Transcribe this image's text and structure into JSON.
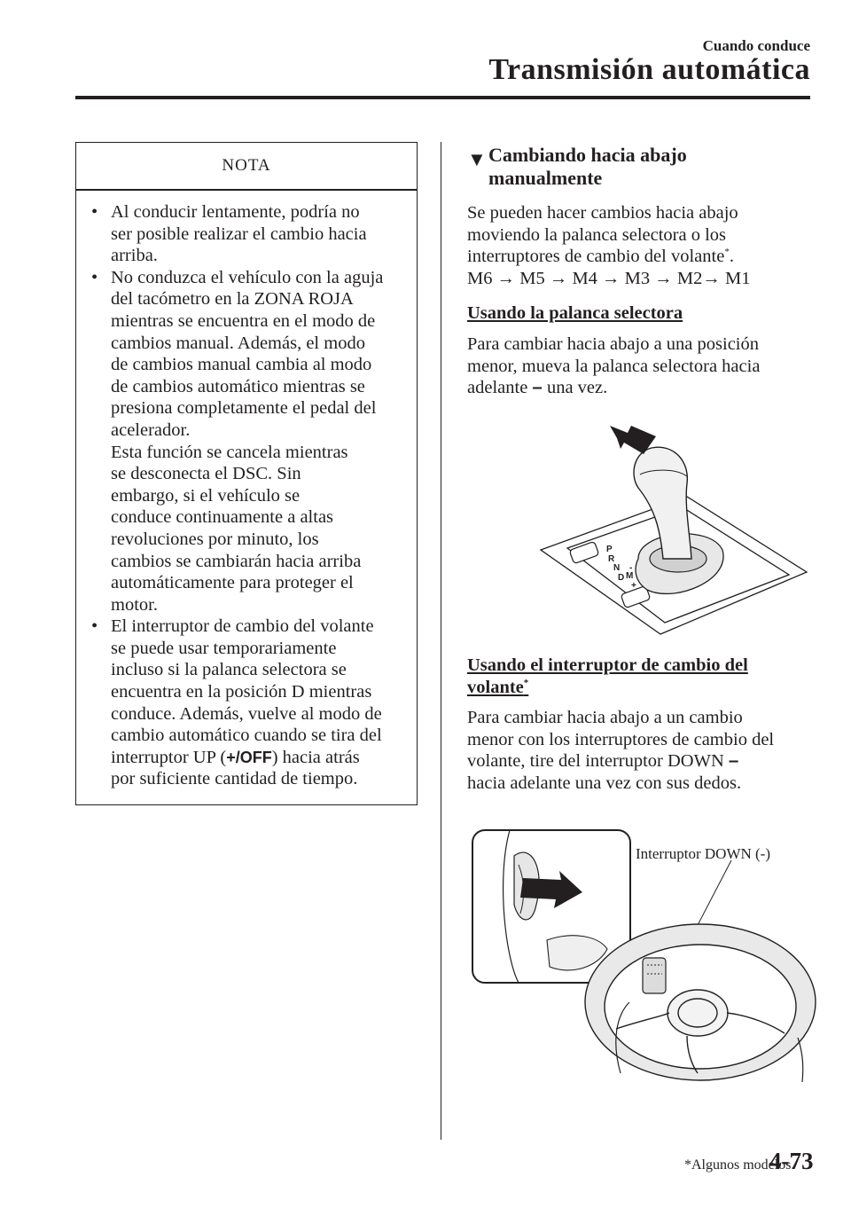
{
  "header": {
    "section": "Cuando conduce",
    "title": "Transmisión automática"
  },
  "note": {
    "title": "NOTA",
    "bullets": [
      [
        "Al conducir lentamente, podría no",
        "ser posible realizar el cambio hacia",
        "arriba."
      ],
      [
        "No conduzca el vehículo con la aguja",
        "del tacómetro en la ZONA ROJA",
        "mientras se encuentra en el modo de",
        "cambios manual. Además, el modo",
        "de cambios manual cambia al modo",
        "de cambios automático mientras se",
        "presiona completamente el pedal del",
        "acelerador.",
        "Esta función se cancela mientras",
        "se desconecta el DSC. Sin",
        "embargo, si el vehículo se",
        "conduce continuamente a altas",
        "revoluciones por minuto, los",
        "cambios se cambiarán hacia arriba",
        "automáticamente para proteger el",
        "motor."
      ],
      [
        "El interruptor de cambio del volante",
        "se puede usar temporariamente",
        "incluso si la palanca selectora se",
        "encuentra en la posición D mientras",
        "conduce. Además, vuelve al modo de",
        "cambio automático cuando se tira del"
      ],
      [
        "hacia atrás",
        "por suficiente cantidad de tiempo."
      ]
    ],
    "up_prefix": "interruptor UP (",
    "up_symbol": "+/OFF",
    "up_suffix": ")",
    "bullet_char": "•"
  },
  "section": {
    "marker": "▼",
    "heading_line1": "Cambiando hacia abajo",
    "heading_line2": "manualmente",
    "intro_line1": "Se pueden hacer cambios hacia abajo",
    "intro_line2": "moviendo la palanca selectora o los",
    "intro_line3": "interruptores de cambio del volante",
    "asterisk": "*",
    "intro_end": ".",
    "sequence": "M6 → M5 → M4 → M3 → M2→ M1",
    "lever": {
      "subheading": "Usando la palanca selectora",
      "line1": "Para cambiar hacia abajo a una posición",
      "line2": "menor, mueva la palanca selectora hacia",
      "line3_prefix": "adelante",
      "minus_symbol": "–",
      "line3_suffix": "una vez."
    },
    "paddle": {
      "subheading_line1": "Usando el interruptor de cambio del",
      "subheading_line2": "volante",
      "line1": "Para cambiar hacia abajo a un cambio",
      "line2": "menor con los interruptores de cambio del",
      "line3": "volante, tire del interruptor DOWN",
      "line4": "hacia adelante una vez con sus dedos.",
      "minus_symbol": "–"
    },
    "figure_caption": "Interruptor DOWN (-)",
    "gate_labels": [
      "P",
      "R",
      "N",
      "D",
      "M",
      "-",
      "+"
    ]
  },
  "footer": {
    "footnote": "*Algunos modelos.",
    "page": "4-73"
  }
}
